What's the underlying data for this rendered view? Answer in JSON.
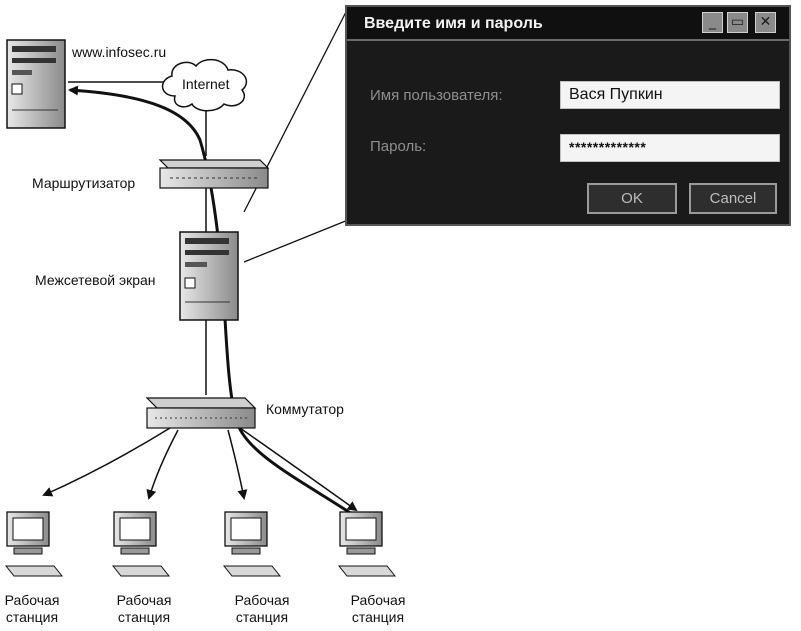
{
  "nodes": {
    "server_label": "www.infosec.ru",
    "cloud_label": "Internet",
    "router_label": "Маршрутизатор",
    "firewall_label": "Межсетевой экран",
    "switch_label": "Коммутатор",
    "workstations": [
      {
        "line1": "Рабочая",
        "line2": "станция"
      },
      {
        "line1": "Рабочая",
        "line2": "станция"
      },
      {
        "line1": "Рабочая",
        "line2": "станция"
      },
      {
        "line1": "Рабочая",
        "line2": "станция"
      }
    ]
  },
  "dialog": {
    "title": "Введите имя и пароль",
    "window_buttons": {
      "minimize": "_",
      "maximize": "▭",
      "close": "✕"
    },
    "username_label": "Имя пользователя:",
    "username_value": "Вася Пупкин",
    "password_label": "Пароль:",
    "password_value": "*************",
    "ok_label": "OK",
    "cancel_label": "Cancel"
  }
}
